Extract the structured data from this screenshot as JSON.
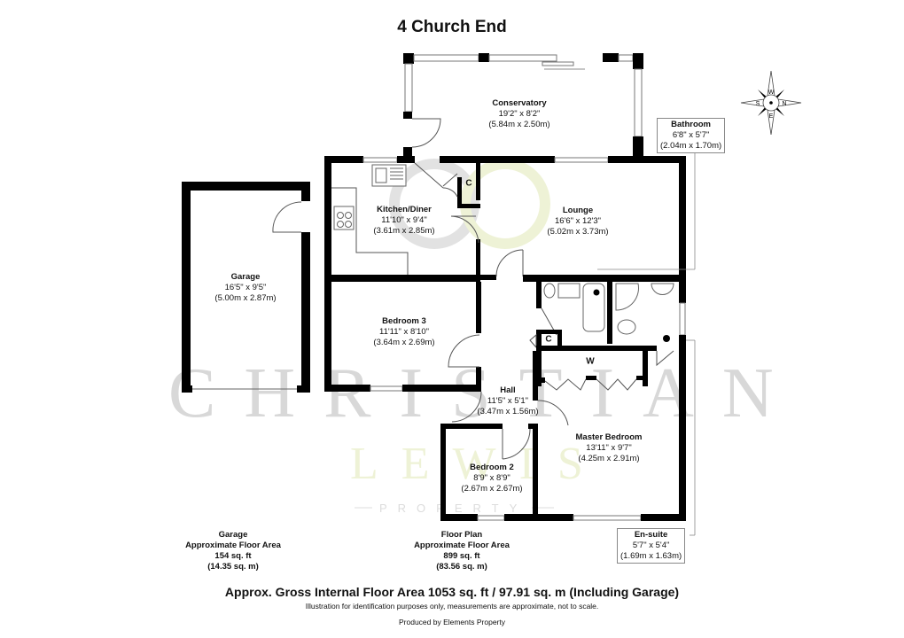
{
  "title": "4 Church End",
  "watermark": {
    "line1": "CHRISTIAN",
    "line2": "LEWIS",
    "line3": "PROPERTY"
  },
  "compass": {
    "n": "N",
    "s": "S",
    "e": "E",
    "w": "W"
  },
  "rooms": {
    "conservatory": {
      "name": "Conservatory",
      "imperial": "19'2\" x 8'2\"",
      "metric": "(5.84m x 2.50m)"
    },
    "kitchen": {
      "name": "Kitchen/Diner",
      "imperial": "11'10\" x 9'4\"",
      "metric": "(3.61m x 2.85m)"
    },
    "lounge": {
      "name": "Lounge",
      "imperial": "16'6\" x 12'3\"",
      "metric": "(5.02m x 3.73m)"
    },
    "garage": {
      "name": "Garage",
      "imperial": "16'5\" x 9'5\"",
      "metric": "(5.00m x 2.87m)"
    },
    "bedroom3": {
      "name": "Bedroom 3",
      "imperial": "11'11\" x 8'10\"",
      "metric": "(3.64m x 2.69m)"
    },
    "hall": {
      "name": "Hall",
      "imperial": "11'5\" x 5'1\"",
      "metric": "(3.47m x 1.56m)"
    },
    "master": {
      "name": "Master Bedroom",
      "imperial": "13'11\" x 9'7\"",
      "metric": "(4.25m x 2.91m)"
    },
    "bedroom2": {
      "name": "Bedroom 2",
      "imperial": "8'9\" x 8'9\"",
      "metric": "(2.67m x 2.67m)"
    },
    "bathroom": {
      "name": "Bathroom",
      "imperial": "6'8\" x 5'7\"",
      "metric": "(2.04m x 1.70m)"
    },
    "ensuite": {
      "name": "En-suite",
      "imperial": "5'7\" x 5'4\"",
      "metric": "(1.69m x 1.63m)"
    }
  },
  "markers": {
    "cupboard_kitchen": "C",
    "cupboard_hall": "C",
    "wardrobe": "W"
  },
  "areas": {
    "garage": {
      "label": "Garage",
      "sub": "Approximate Floor Area",
      "sqft": "154 sq. ft",
      "sqm": "(14.35 sq. m)"
    },
    "floor": {
      "label": "Floor Plan",
      "sub": "Approximate Floor Area",
      "sqft": "899 sq. ft",
      "sqm": "(83.56 sq. m)"
    }
  },
  "footer": {
    "gross": "Approx. Gross Internal Floor Area 1053 sq. ft / 97.91 sq. m (Including Garage)",
    "disclaimer": "Illustration for identification purposes only, measurements are approximate, not to scale.",
    "producer": "Produced by Elements Property"
  }
}
